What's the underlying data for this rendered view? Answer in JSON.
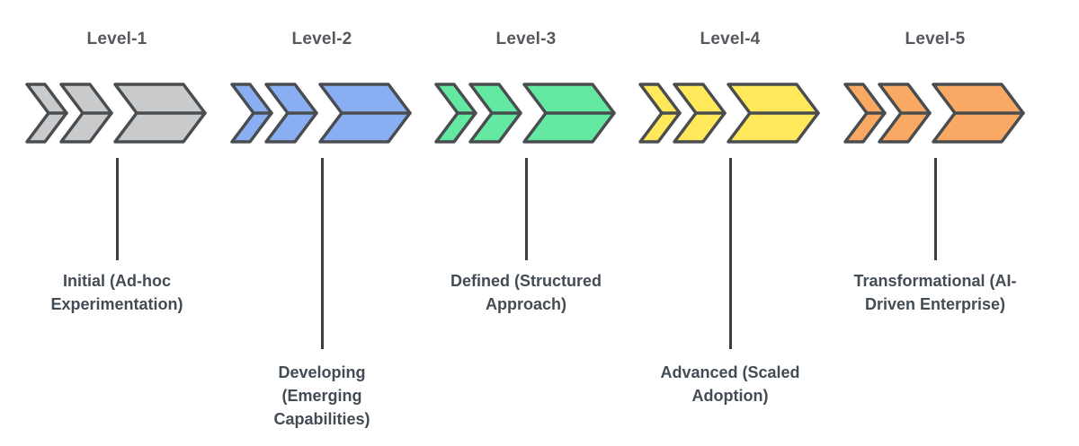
{
  "diagram": {
    "type": "maturity-model-chevron-diagram",
    "levels": [
      {
        "title": "Level-1",
        "label": "Initial (Ad-hoc\nExperimentation)",
        "color": "#c9cacb",
        "label_position": "upper"
      },
      {
        "title": "Level-2",
        "label": "Developing\n(Emerging\nCapabilities)",
        "color": "#89aef1",
        "label_position": "lower"
      },
      {
        "title": "Level-3",
        "label": "Defined (Structured\nApproach)",
        "color": "#63e9a2",
        "label_position": "upper"
      },
      {
        "title": "Level-4",
        "label": "Advanced (Scaled\nAdoption)",
        "color": "#ffe95a",
        "label_position": "lower"
      },
      {
        "title": "Level-5",
        "label": "Transformational (AI-\nDriven Enterprise)",
        "color": "#f9a963",
        "label_position": "upper"
      }
    ],
    "style": {
      "background": "#ffffff",
      "outline_color": "#4a4d50",
      "connector_color": "#3b3e41",
      "title_color": "#55585c",
      "label_color": "#434b54"
    }
  }
}
